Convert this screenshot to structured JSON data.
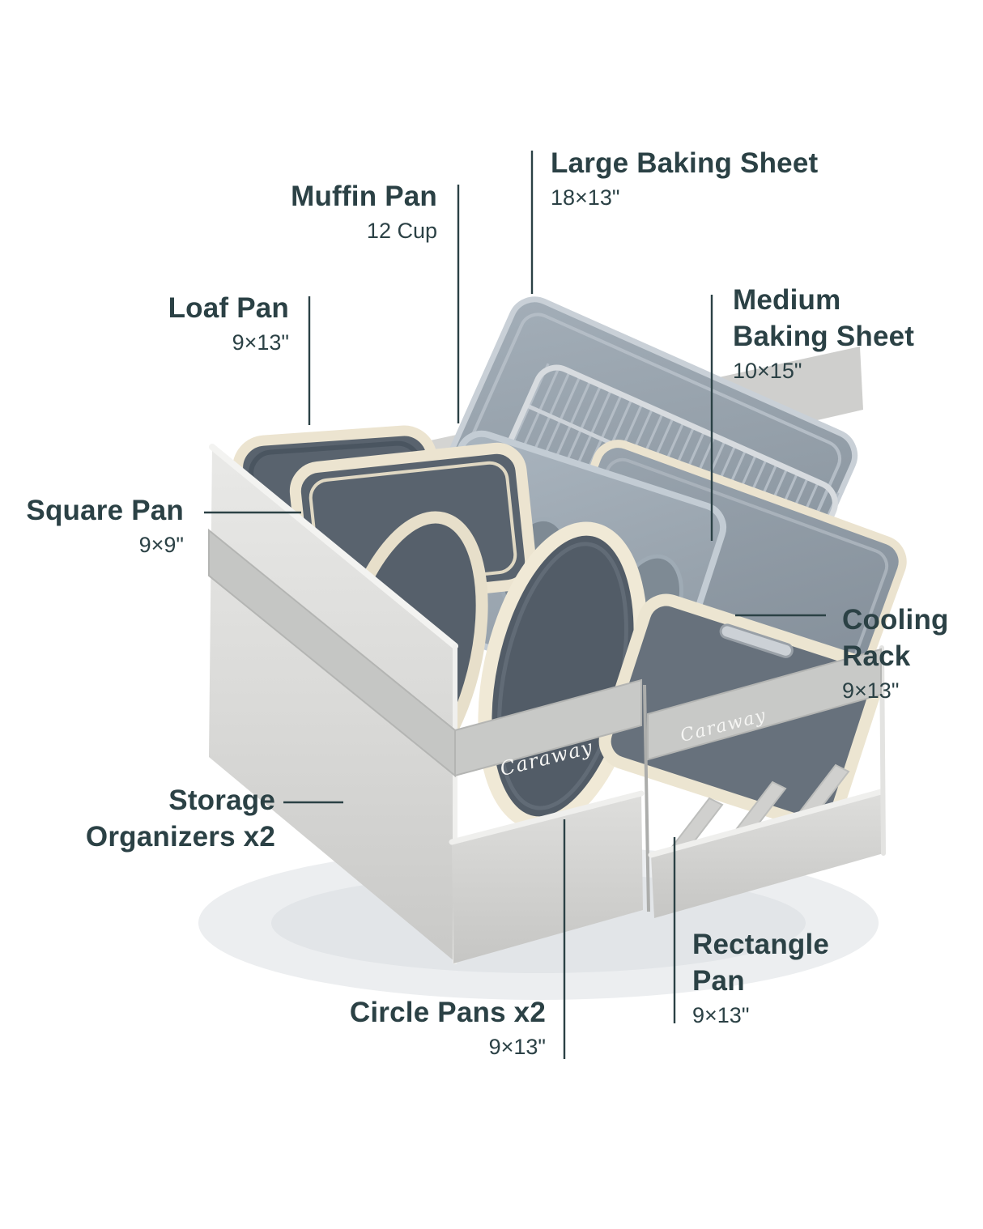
{
  "brand": "Caraway",
  "colors": {
    "label_text": "#2b4145",
    "callout_line": "#2b4145",
    "cream_pan": "#ebe3cf",
    "pan_interior": "#59636e",
    "metal_grey": "#97a2ac",
    "fabric_grey": "#d9d9d7",
    "strap_grey": "#c5c6c4",
    "background": "#ffffff"
  },
  "callouts": [
    {
      "id": "large-baking-sheet",
      "title_line1": "Large Baking Sheet",
      "title_line2": "",
      "dim": "18×13\""
    },
    {
      "id": "muffin-pan",
      "title_line1": "Muffin Pan",
      "title_line2": "",
      "dim": "12 Cup"
    },
    {
      "id": "loaf-pan",
      "title_line1": "Loaf Pan",
      "title_line2": "",
      "dim": "9×13\""
    },
    {
      "id": "medium-baking-sheet",
      "title_line1": "Medium",
      "title_line2": "Baking Sheet",
      "dim": "10×15\""
    },
    {
      "id": "square-pan",
      "title_line1": "Square Pan",
      "title_line2": "",
      "dim": "9×9\""
    },
    {
      "id": "cooling-rack",
      "title_line1": "Cooling",
      "title_line2": "Rack",
      "dim": "9×13\""
    },
    {
      "id": "storage-organizers",
      "title_line1": "Storage",
      "title_line2": "Organizers x2",
      "dim": ""
    },
    {
      "id": "rectangle-pan",
      "title_line1": "Rectangle",
      "title_line2": "Pan",
      "dim": "9×13\""
    },
    {
      "id": "circle-pans",
      "title_line1": "Circle Pans x2",
      "title_line2": "",
      "dim": "9×13\""
    }
  ]
}
